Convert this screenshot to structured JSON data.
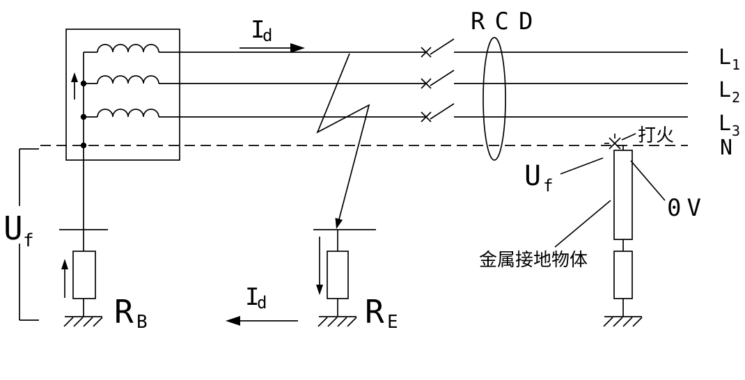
{
  "diagram": {
    "type": "electrical-schematic",
    "background": "#ffffff",
    "line_color": "#000000",
    "labels": {
      "fault_current": {
        "main": "I",
        "sub": "d"
      },
      "rcd": "RCD",
      "fault_voltage": {
        "main": "U",
        "sub": "f"
      },
      "rb": {
        "main": "R",
        "sub": "B"
      },
      "re": {
        "main": "R",
        "sub": "E"
      },
      "phase_lines": [
        {
          "main": "L",
          "sub": "1"
        },
        {
          "main": "L",
          "sub": "2"
        },
        {
          "main": "L",
          "sub": "3"
        }
      ],
      "neutral": "N",
      "sparking": "打火",
      "zero_volt": "0V",
      "metal_grounded_object": "金属接地物体"
    },
    "icons": {
      "spark": "x-burst",
      "ground": "earth-hatch",
      "rcd_toroid": "ellipse"
    }
  }
}
